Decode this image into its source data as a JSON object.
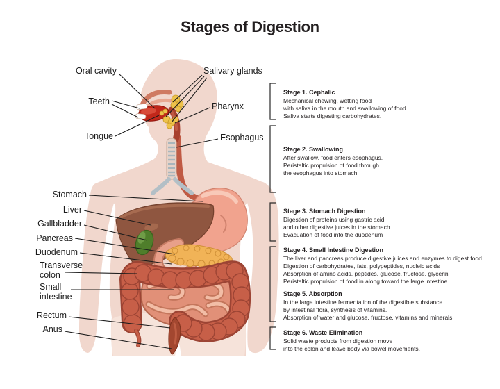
{
  "title": "Stages of Digestion",
  "labels": {
    "oral_cavity": "Oral cavity",
    "salivary_glands": "Salivary glands",
    "teeth": "Teeth",
    "pharynx": "Pharynx",
    "tongue": "Tongue",
    "esophagus": "Esophagus",
    "stomach": "Stomach",
    "liver": "Liver",
    "gallbladder": "Gallbladder",
    "pancreas": "Pancreas",
    "duodenum": "Duodenum",
    "transverse_colon": "Transverse colon",
    "small_intestine": "Small intestine",
    "rectum": "Rectum",
    "anus": "Anus"
  },
  "stages": [
    {
      "title": "Stage 1. Cephalic",
      "lines": [
        "Mechanical chewing, wetting food",
        "with saliva in the mouth and swallowing of food.",
        "Saliva starts digesting carbohydrates."
      ]
    },
    {
      "title": "Stage 2. Swallowing",
      "lines": [
        "After swallow, food enters esophagus.",
        "Peristaltic propulsion of food through",
        "the esophagus into stomach."
      ]
    },
    {
      "title": "Stage 3. Stomach Digestion",
      "lines": [
        "Digestion of proteins using gastric acid",
        "and other digestive juices in the stomach.",
        "Evacuation of food into the duodenum"
      ]
    },
    {
      "title": "Stage 4. Small Intestine Digestion",
      "lines": [
        "The liver and pancreas produce digestive juices and enzymes to digest food.",
        "Digestion of carbohydrates, fats, polypeptides, nucleic acids",
        "Absorption of amino acids, peptides, glucose, fructose, glycerin",
        "Peristaltic propulsion of food in along toward the large intestine"
      ]
    },
    {
      "title": "Stage 5. Absorption",
      "lines": [
        "In the large intestine fermentation of the digestible substance",
        "by intestinal flora, synthesis of vitamins.",
        "Absorption of water and glucose, fructose, vitamins and minerals."
      ]
    },
    {
      "title": "Stage 6. Waste Elimination",
      "lines": [
        "Solid waste products from digestion move",
        "into the colon and leave body via bowel movements."
      ]
    }
  ],
  "colors": {
    "background": "#ffffff",
    "text": "#231f20",
    "skin": "#f1d7cd",
    "skin_light": "#f7e6de",
    "liver": "#8f5640",
    "stomach": "#f1a38e",
    "gallbladder": "#4f7e2b",
    "pancreas": "#f1b357",
    "large_intestine": "#c75f48",
    "small_intestine": "#e19078",
    "rectum": "#a34730",
    "tongue": "#c1271a",
    "salivary_glands": "#eec24b",
    "trachea": "#b3bfc6",
    "leader_line": "#1c1c1c"
  }
}
